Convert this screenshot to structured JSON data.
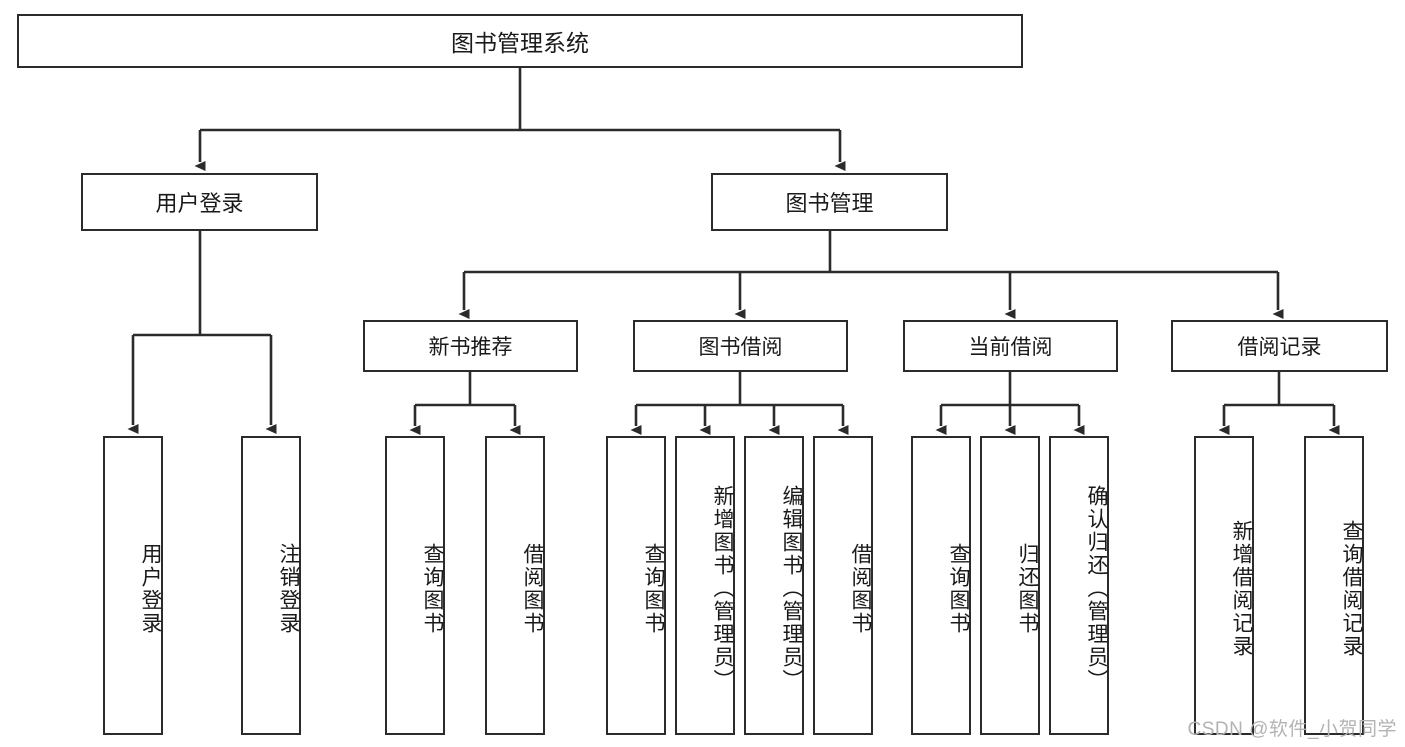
{
  "diagram": {
    "type": "tree",
    "title": "图书管理系统",
    "root": {
      "label": "图书管理系统"
    },
    "level1": [
      {
        "label": "用户登录"
      },
      {
        "label": "图书管理"
      }
    ],
    "level2": [
      {
        "label": "新书推荐"
      },
      {
        "label": "图书借阅"
      },
      {
        "label": "当前借阅"
      },
      {
        "label": "借阅记录"
      }
    ],
    "leaves": {
      "user_login": [
        {
          "label": "用户登录"
        },
        {
          "label": "注销登录"
        }
      ],
      "new_book": [
        {
          "label": "查询图书"
        },
        {
          "label": "借阅图书"
        }
      ],
      "borrow_book": [
        {
          "label": "查询图书"
        },
        {
          "label": "新增图书（管理员）"
        },
        {
          "label": "编辑图书（管理员）"
        },
        {
          "label": "借阅图书"
        }
      ],
      "current_borrow": [
        {
          "label": "查询图书"
        },
        {
          "label": "归还图书"
        },
        {
          "label": "确认归还（管理员）"
        }
      ],
      "borrow_record": [
        {
          "label": "新增借阅记录"
        },
        {
          "label": "查询借阅记录"
        }
      ]
    }
  },
  "watermark": {
    "text": "CSDN @软件_小贺同学"
  },
  "colors": {
    "stroke": "#2b2b2b",
    "background": "#ffffff",
    "text": "#1a1a1a",
    "watermark": "#b3b3b3"
  }
}
